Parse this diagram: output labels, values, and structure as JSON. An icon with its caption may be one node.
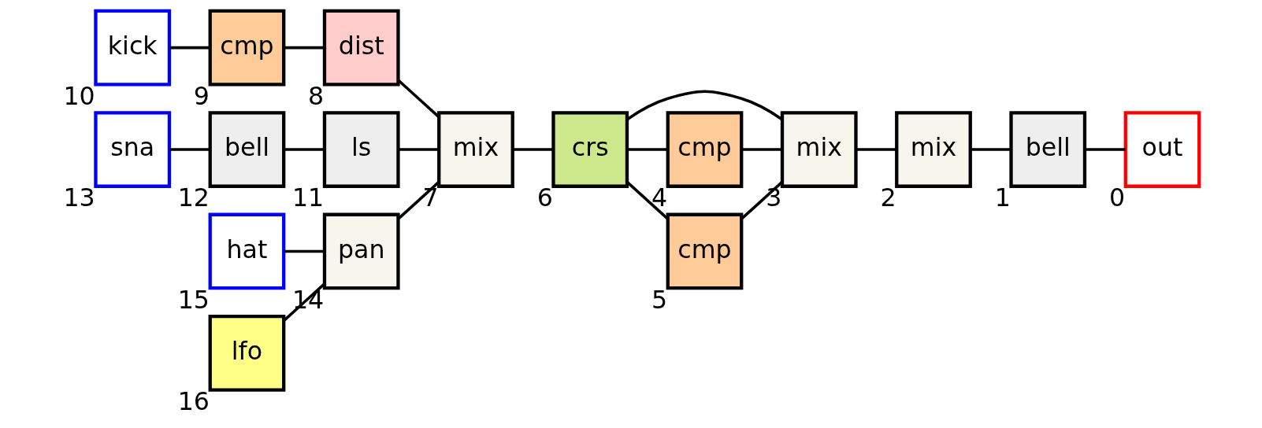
{
  "diagram": {
    "nodes": [
      {
        "text": [
          "kick"
        ],
        "beside": [
          "10"
        ]
      },
      {
        "text": [
          "cmp"
        ],
        "beside": [
          "9"
        ]
      },
      {
        "text": [
          "dist"
        ],
        "beside": [
          "8"
        ]
      },
      {
        "text": [
          "sna"
        ],
        "beside": [
          "13"
        ]
      },
      {
        "text": [
          "bell"
        ],
        "beside": [
          "12"
        ]
      },
      {
        "text": [
          "ls"
        ],
        "beside": [
          "11"
        ]
      },
      {
        "text": [
          "mix"
        ],
        "beside": [
          "7"
        ]
      },
      {
        "text": [
          "crs"
        ],
        "beside": [
          "6"
        ]
      },
      {
        "text": [
          "mix"
        ],
        "beside": [
          "3"
        ]
      },
      {
        "text": [
          "mix"
        ],
        "beside": [
          "2"
        ]
      },
      {
        "text": [
          "bell"
        ],
        "beside": [
          "1"
        ]
      },
      {
        "text": [
          "out"
        ],
        "beside": [
          "0"
        ]
      },
      {
        "text": [
          "cmp"
        ],
        "beside": [
          "4"
        ]
      },
      {
        "text": [
          "hat"
        ],
        "beside": [
          "15"
        ]
      },
      {
        "text": [
          "pan"
        ],
        "beside": [
          "14"
        ]
      },
      {
        "text": [
          "cmp"
        ],
        "beside": [
          "5"
        ]
      },
      {
        "text": [
          "lfo"
        ],
        "beside": [
          "16"
        ]
      }
    ],
    "edges": [
      {
        "from": 0,
        "to": 1,
        "arrow": "none"
      },
      {
        "from": 1,
        "to": 2,
        "arrow": "none"
      },
      {
        "from": 2,
        "to": 6,
        "arrow": "none"
      },
      {
        "from": 3,
        "to": 4,
        "arrow": "none"
      },
      {
        "from": 4,
        "to": 5,
        "arrow": "none"
      },
      {
        "from": 5,
        "to": 6,
        "arrow": "none"
      },
      {
        "from": 14,
        "to": 6,
        "arrow": "none"
      },
      {
        "from": 13,
        "to": 14,
        "arrow": "none"
      },
      {
        "from": 16,
        "to": 14,
        "arrow": "none"
      },
      {
        "from": 6,
        "to": 7,
        "arrow": "none"
      },
      {
        "from": 7,
        "to": 12,
        "arrow": "none"
      },
      {
        "from": 7,
        "to": 8,
        "arrow": "none"
      },
      {
        "from": 7,
        "to": 15,
        "arrow": "none"
      },
      {
        "from": 12,
        "to": 8,
        "arrow": "none"
      },
      {
        "from": 15,
        "to": 8,
        "arrow": "none"
      },
      {
        "from": 8,
        "to": 9,
        "arrow": "none"
      },
      {
        "from": 9,
        "to": 10,
        "arrow": "none"
      },
      {
        "from": 10,
        "to": 11,
        "arrow": "none"
      }
    ]
  }
}
